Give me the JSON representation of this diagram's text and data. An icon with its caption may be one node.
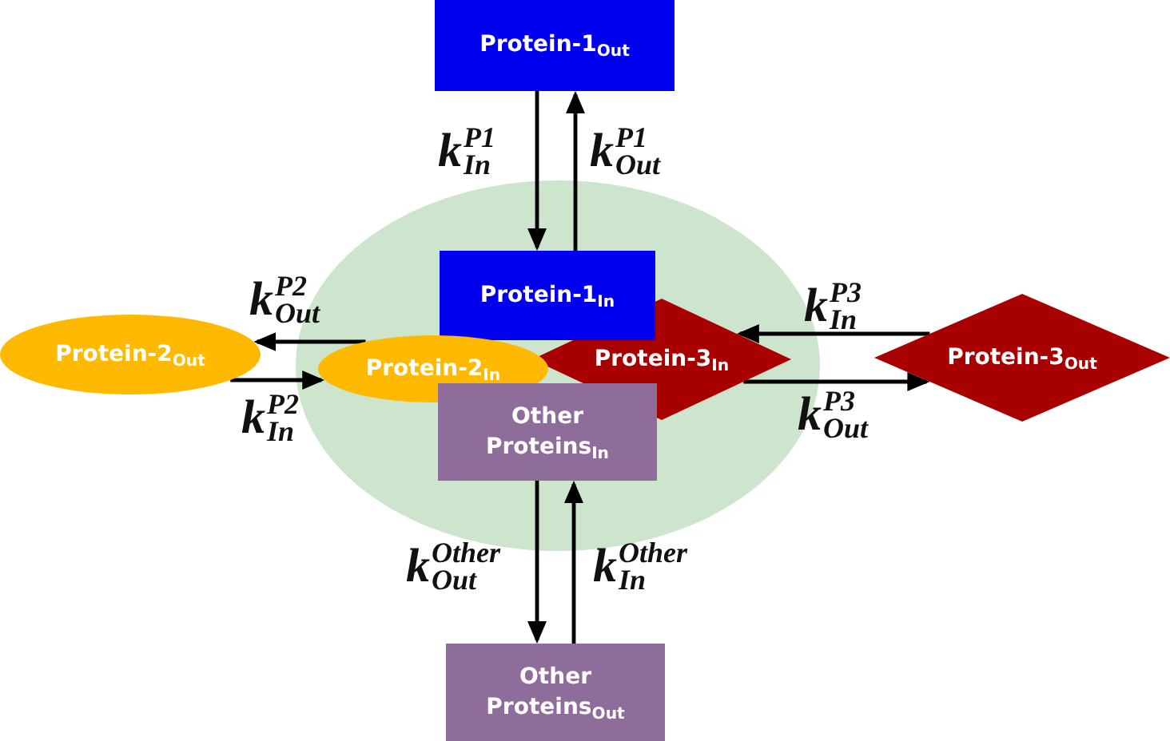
{
  "diagram": {
    "nodes": [
      {
        "text": [
          "Protein-1$_{Out}$"
        ]
      },
      {
        "text": [],
        "shape": "ellipse"
      },
      {
        "text": [
          "Protein-1$_{In}$"
        ],
        "in": 1
      },
      {
        "text": [
          "Protein-2$_{Out}$"
        ]
      },
      {
        "text": [
          "Protein-2$_{In}$"
        ],
        "in": 1
      },
      {
        "text": [
          "Protein-3$_{In}$"
        ],
        "in": 1
      },
      {
        "text": [
          "Protein-3$_{Out}$"
        ]
      },
      {
        "text": [
          "Other Proteins$_{In}$"
        ],
        "in": 1
      },
      {
        "text": [
          "Other Proteins$_{Out}$"
        ]
      }
    ],
    "edges": [
      {
        "from": 0,
        "to": 2,
        "arrow": "to",
        "label": "k$^{P1}$$_{In}$"
      },
      {
        "from": 2,
        "to": 0,
        "arrow": "to",
        "label": "k$^{P1}$$_{Out}$"
      },
      {
        "from": 4,
        "to": 3,
        "arrow": "to",
        "label": "k$^{P2}$$_{Out}$"
      },
      {
        "from": 3,
        "to": 4,
        "arrow": "to",
        "label": "k$^{P2}$$_{In}$"
      },
      {
        "from": 6,
        "to": 5,
        "arrow": "to",
        "label": "k$^{P3}$$_{In}$"
      },
      {
        "from": 5,
        "to": 6,
        "arrow": "to",
        "label": "k$^{P3}$$_{Out}$"
      },
      {
        "from": 7,
        "to": 8,
        "arrow": "to",
        "label": "k$^{Other}$$_{Out}$"
      },
      {
        "from": 8,
        "to": 7,
        "arrow": "to",
        "label": "k$^{Other}$$_{In}$"
      }
    ]
  }
}
